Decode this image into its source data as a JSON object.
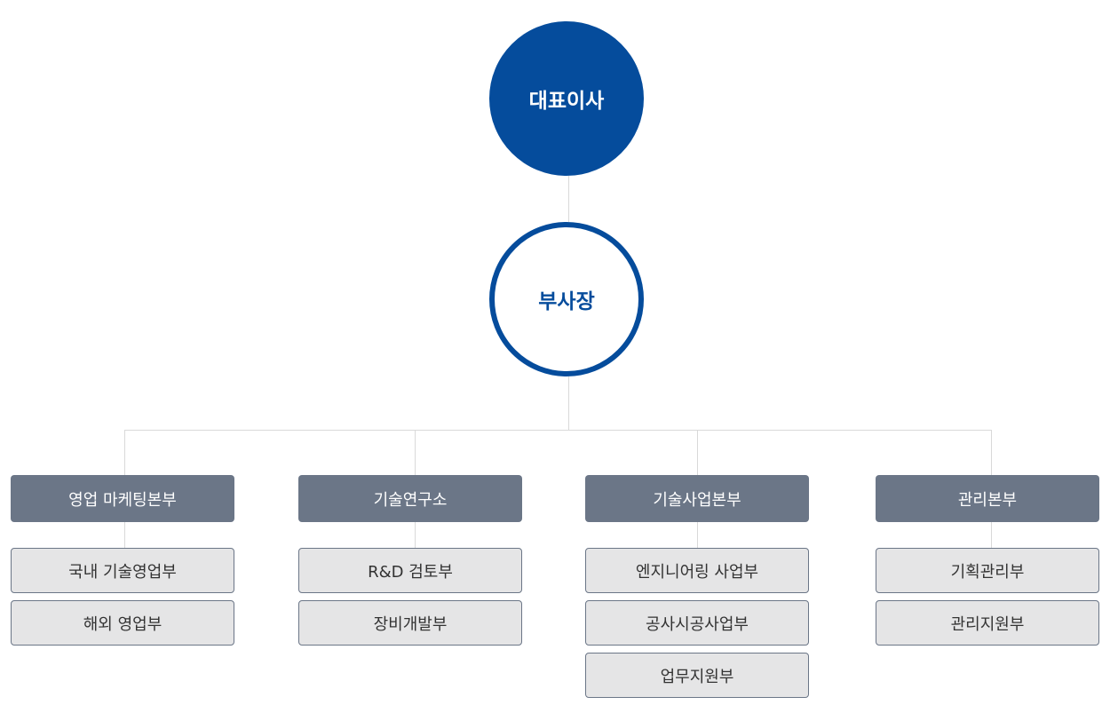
{
  "ceo": "대표이사",
  "vp": "부사장",
  "divisions": [
    {
      "name": "영업 마케팅본부",
      "teams": [
        "국내 기술영업부",
        "해외 영업부"
      ]
    },
    {
      "name": "기술연구소",
      "teams": [
        "R&D 검토부",
        "장비개발부"
      ]
    },
    {
      "name": "기술사업본부",
      "teams": [
        "엔지니어링 사업부",
        "공사시공사업부",
        "업무지원부"
      ]
    },
    {
      "name": "관리본부",
      "teams": [
        "기획관리부",
        "관리지원부"
      ]
    }
  ],
  "colors": {
    "primary": "#054c9c",
    "division": "#6b7687",
    "team_bg": "#e5e5e6"
  }
}
